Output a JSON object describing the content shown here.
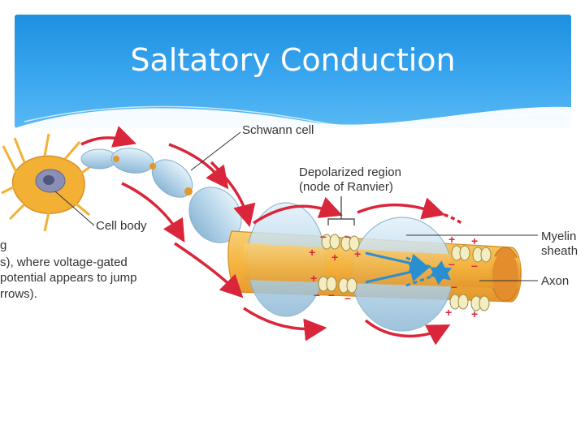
{
  "slide": {
    "title": "Saltatory Conduction"
  },
  "diagram": {
    "labels": {
      "schwann": "Schwann cell",
      "depolarized_line1": "Depolarized region",
      "depolarized_line2": "(node of Ranvier)",
      "cell_body": "Cell body",
      "myelin_line1": "Myelin",
      "myelin_line2": "sheath",
      "axon": "Axon"
    },
    "caption_lines": [
      "g",
      "s), where voltage-gated",
      "potential appears to jump",
      "rrows)."
    ],
    "colors": {
      "banner": "#2f9cec",
      "axon": "#f5b545",
      "myelin": "#b9d9ec",
      "arrow_red": "#d9263a",
      "arrow_blue": "#2a8fd0",
      "cell_body": "#f2b035"
    }
  }
}
